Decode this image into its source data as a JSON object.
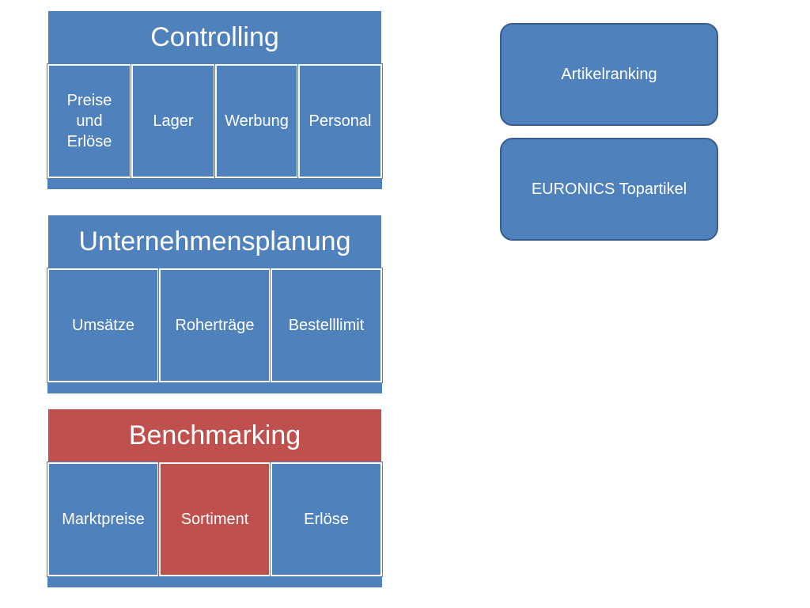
{
  "controlling": {
    "title": "Controlling",
    "cells": [
      "Preise und Erlöse",
      "Lager",
      "Werbung",
      "Personal"
    ]
  },
  "unternehmensplanung": {
    "title": "Unternehmensplanung",
    "cells": [
      "Umsätze",
      "Roherträge",
      "Bestelllimit"
    ]
  },
  "benchmarking": {
    "title": "Benchmarking",
    "cells": [
      "Marktpreise",
      "Sortiment",
      "Erlöse"
    ]
  },
  "side_boxes": [
    "Artikelranking",
    "EURONICS Topartikel"
  ],
  "colors": {
    "primary": "#4f81bd",
    "highlight": "#c0504d",
    "border": "#385d8a"
  }
}
